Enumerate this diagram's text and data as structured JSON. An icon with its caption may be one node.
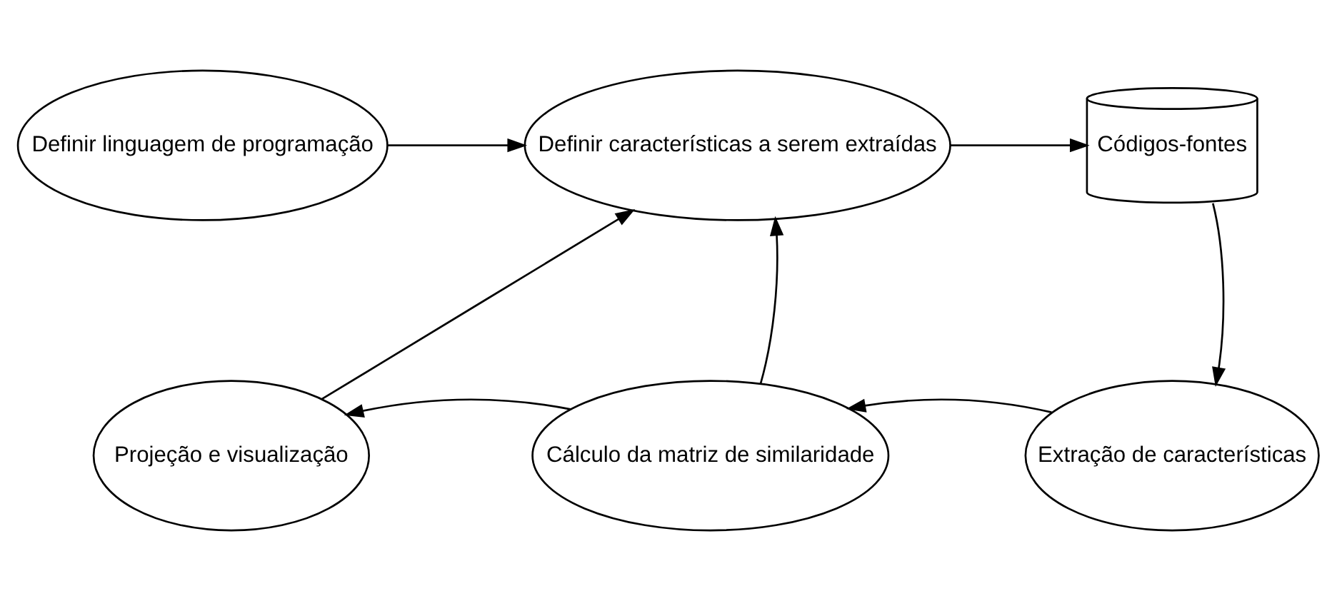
{
  "diagram": {
    "nodes": [
      {
        "text": [
          "Definir linguagem de programação"
        ]
      },
      {
        "text": [
          "Definir características a serem extraídas"
        ]
      },
      {
        "text": [
          "Códigos-fontes"
        ]
      },
      {
        "text": [
          "Projeção e visualização"
        ]
      },
      {
        "text": [
          "Cálculo da matriz de similaridade"
        ]
      },
      {
        "text": [
          "Extração de características"
        ]
      }
    ],
    "edges": [
      {
        "from": 0,
        "to": 1,
        "arrow": "to"
      },
      {
        "from": 1,
        "to": 2,
        "arrow": "to"
      },
      {
        "from": 2,
        "to": 5,
        "arrow": "to"
      },
      {
        "from": 5,
        "to": 4,
        "arrow": "to"
      },
      {
        "from": 4,
        "to": 3,
        "arrow": "to"
      },
      {
        "from": 4,
        "to": 1,
        "arrow": "to"
      },
      {
        "from": 3,
        "to": 1,
        "arrow": "to"
      }
    ]
  }
}
